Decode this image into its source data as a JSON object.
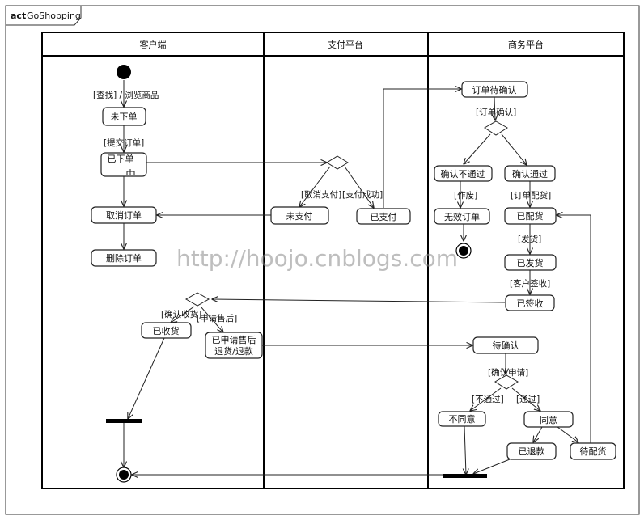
{
  "frame": {
    "keyword": "act",
    "name": "GoShopping"
  },
  "lanes": [
    "客户端",
    "支付平台",
    "商务平台"
  ],
  "nodes": {
    "no_order": "未下单",
    "ordered": "已下单",
    "cancel_order": "取消订单",
    "delete_order": "删除订单",
    "received": "已收货",
    "after_sale_1": "已申请售后",
    "after_sale_2": "退货/退款",
    "unpaid": "未支付",
    "paid": "已支付",
    "order_pending": "订单待确认",
    "confirm_failed": "确认不通过",
    "confirm_passed": "确认通过",
    "invalid_order": "无效订单",
    "shipping_ready": "已配货",
    "shipped": "已发货",
    "signed": "已签收",
    "pending_confirm": "待确认",
    "disagree": "不同意",
    "agree": "同意",
    "refunded": "已退款",
    "to_ship": "待配货"
  },
  "guards": {
    "browse": "[查找] / 浏览商品",
    "submit_order": "[提交订单]",
    "cancel_pay": "[取消支付]",
    "pay_success": "[支付成功]",
    "order_confirm": "[订单确认]",
    "void": "[作废]",
    "order_ship": "[订单配货]",
    "ship": "[发货]",
    "customer_sign": "[客户签收]",
    "confirm_receive": "[确认收货]",
    "apply_after_sale": "[申请售后]",
    "confirm_apply": "[确认申请]",
    "not_pass": "[不通过]",
    "pass": "[通过]"
  },
  "watermark": "http://hoojo.cnblogs.com"
}
